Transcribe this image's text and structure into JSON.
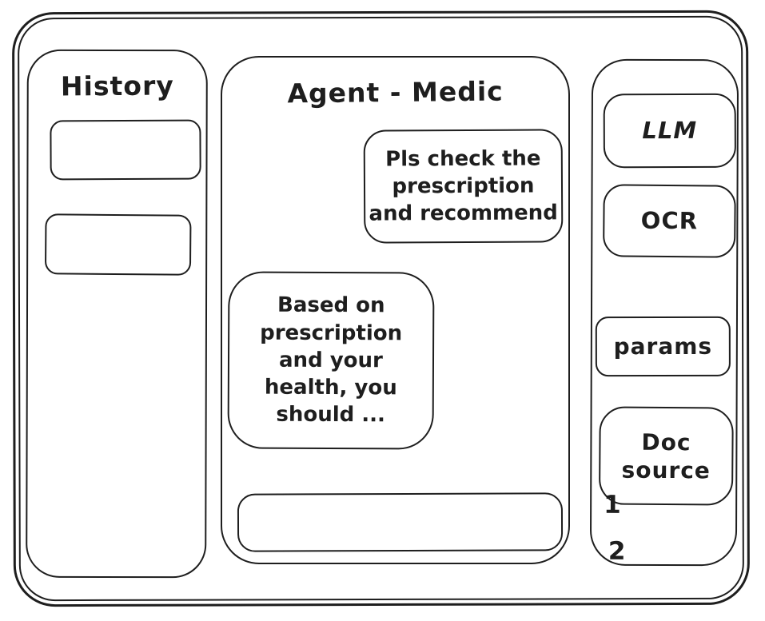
{
  "app": {
    "colors": {
      "stroke": "#1e1e1e",
      "background": "#ffffff"
    }
  },
  "sidebar": {
    "title": "History",
    "items": [
      {
        "label": ""
      },
      {
        "label": ""
      }
    ]
  },
  "chat": {
    "title": "Agent - Medic",
    "messages": [
      {
        "role": "user",
        "text": "Pls check the\nprescription\nand recommend"
      },
      {
        "role": "assistant",
        "text": "Based on\nprescription\nand your\nhealth, you\nshould ..."
      }
    ],
    "input": {
      "value": "",
      "placeholder": ""
    }
  },
  "tools": {
    "buttons": [
      {
        "label": "LLM"
      },
      {
        "label": "OCR"
      },
      {
        "label": "params"
      },
      {
        "label": "Doc\nsource"
      }
    ],
    "doc_source_items": [
      "1",
      "2"
    ]
  }
}
